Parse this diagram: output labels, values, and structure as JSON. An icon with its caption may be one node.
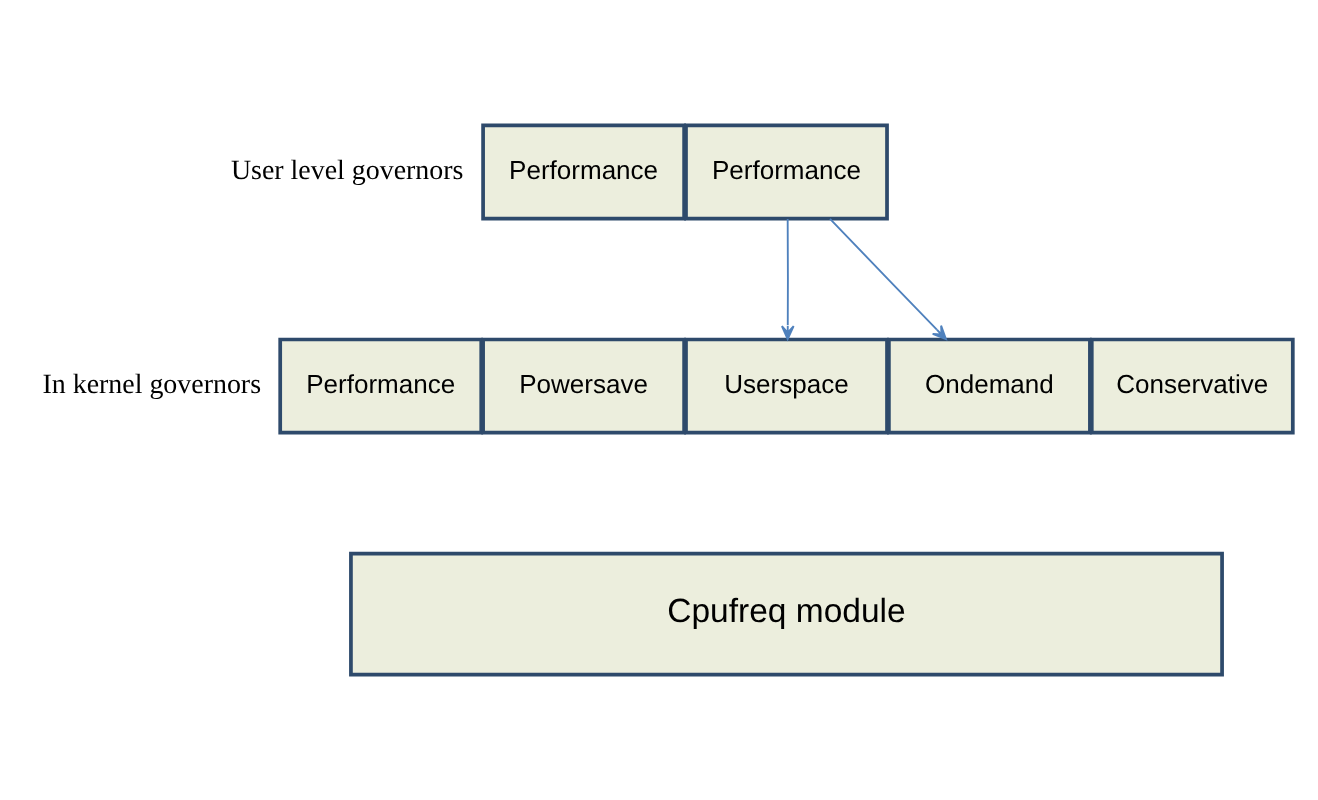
{
  "diagram": {
    "nodes": [
      {
        "text": [
          "Performance"
        ]
      },
      {
        "text": [
          "Performance"
        ]
      },
      {
        "text": [
          "Performance"
        ]
      },
      {
        "text": [
          "Powersave"
        ]
      },
      {
        "text": [
          "Userspace"
        ]
      },
      {
        "text": [
          "Ondemand"
        ]
      },
      {
        "text": [
          "Conservative"
        ]
      },
      {
        "text": [
          "Cpufreq module"
        ]
      }
    ],
    "edges": [
      {
        "from": 1,
        "to": 4,
        "arrow": "to"
      },
      {
        "from": 1,
        "to": 5,
        "arrow": "to"
      }
    ],
    "labels": [
      "User level governors",
      "In kernel governors"
    ]
  }
}
